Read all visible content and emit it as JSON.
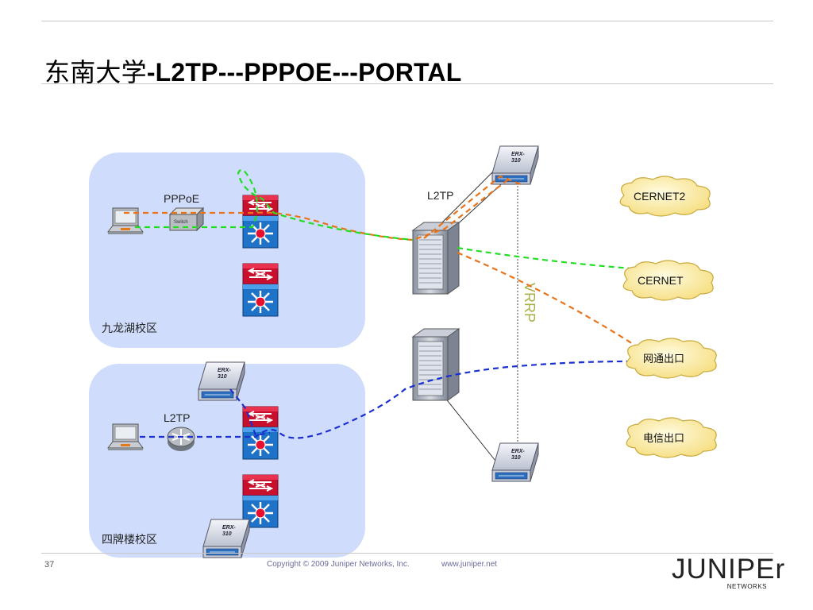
{
  "header": {
    "title_cn": "东南大学",
    "title_en": "-L2TP---PPPOE---PORTAL"
  },
  "campus_top": {
    "label": "九龙湖校区",
    "link_label": "PPPoE",
    "switch_label": "Switch"
  },
  "campus_bottom": {
    "label": "四牌楼校区",
    "link_label": "L2TP"
  },
  "core": {
    "l2tp_label": "L2TP",
    "vrrp_label": "VRRP",
    "erx_label_line1": "ERX-",
    "erx_label_line2": "310"
  },
  "clouds": [
    "CERNET2",
    "CERNET",
    "网通出口",
    "电信出口"
  ],
  "colors": {
    "orange": "#e8731a",
    "green": "#22dd22",
    "blue": "#1a2fd0",
    "zone": "#cfdcfb",
    "vrrp": "#a9b04a"
  },
  "footer": {
    "page": "37",
    "copyright": "Copyright © 2009 Juniper Networks, Inc.",
    "website": "www.juniper.net",
    "logo": "JUNIPEr",
    "logo_sub": "NETWORKS"
  }
}
